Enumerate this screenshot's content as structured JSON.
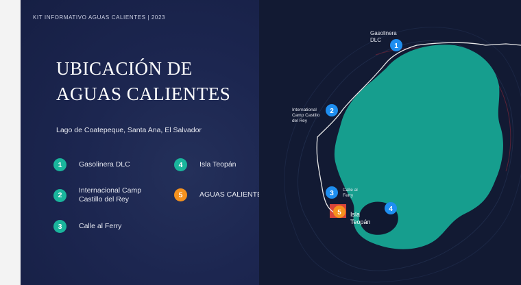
{
  "header": {
    "kicker": "KIT INFORMATIVO AGUAS CALIENTES | 2023",
    "title_line1": "UBICACIÓN DE",
    "title_line2": "AGUAS CALIENTES",
    "subtitle": "Lago de Coatepeque, Santa Ana, El Salvador"
  },
  "legend": [
    {
      "number": "1",
      "label_line1": "Gasolinera DLC",
      "label_line2": "",
      "color": "#1ab59c"
    },
    {
      "number": "2",
      "label_line1": "Internacional Camp",
      "label_line2": "Castillo del Rey",
      "color": "#1ab59c"
    },
    {
      "number": "3",
      "label_line1": "Calle al  Ferry",
      "label_line2": "",
      "color": "#1ab59c"
    },
    {
      "number": "4",
      "label_line1": "Isla Teopán",
      "label_line2": "",
      "color": "#1ab59c"
    },
    {
      "number": "5",
      "label_line1": "AGUAS CALIENTES",
      "label_line2": "",
      "color": "#f5921e"
    }
  ],
  "map": {
    "colors": {
      "lake": "#169e8e",
      "island": "#101830",
      "road": "#e8e8e8",
      "marker_blue": "#1e8ef0",
      "marker_orange": "#f5921e",
      "hot_springs_zone": "#d8453a"
    },
    "markers": [
      {
        "number": "1",
        "label_line1": "Gasolinera",
        "label_line2": "DLC",
        "label_line3": ""
      },
      {
        "number": "2",
        "label_line1": "International",
        "label_line2": "Camp Castillo",
        "label_line3": "del Rey"
      },
      {
        "number": "3",
        "label_line1": "Calle al",
        "label_line2": "Ferry",
        "label_line3": ""
      },
      {
        "number": "4",
        "label_line1": "",
        "label_line2": "",
        "label_line3": ""
      },
      {
        "number": "5",
        "label_line1": "",
        "label_line2": "",
        "label_line3": ""
      }
    ],
    "island_label_line1": "Isla",
    "island_label_line2": "Teopán"
  }
}
